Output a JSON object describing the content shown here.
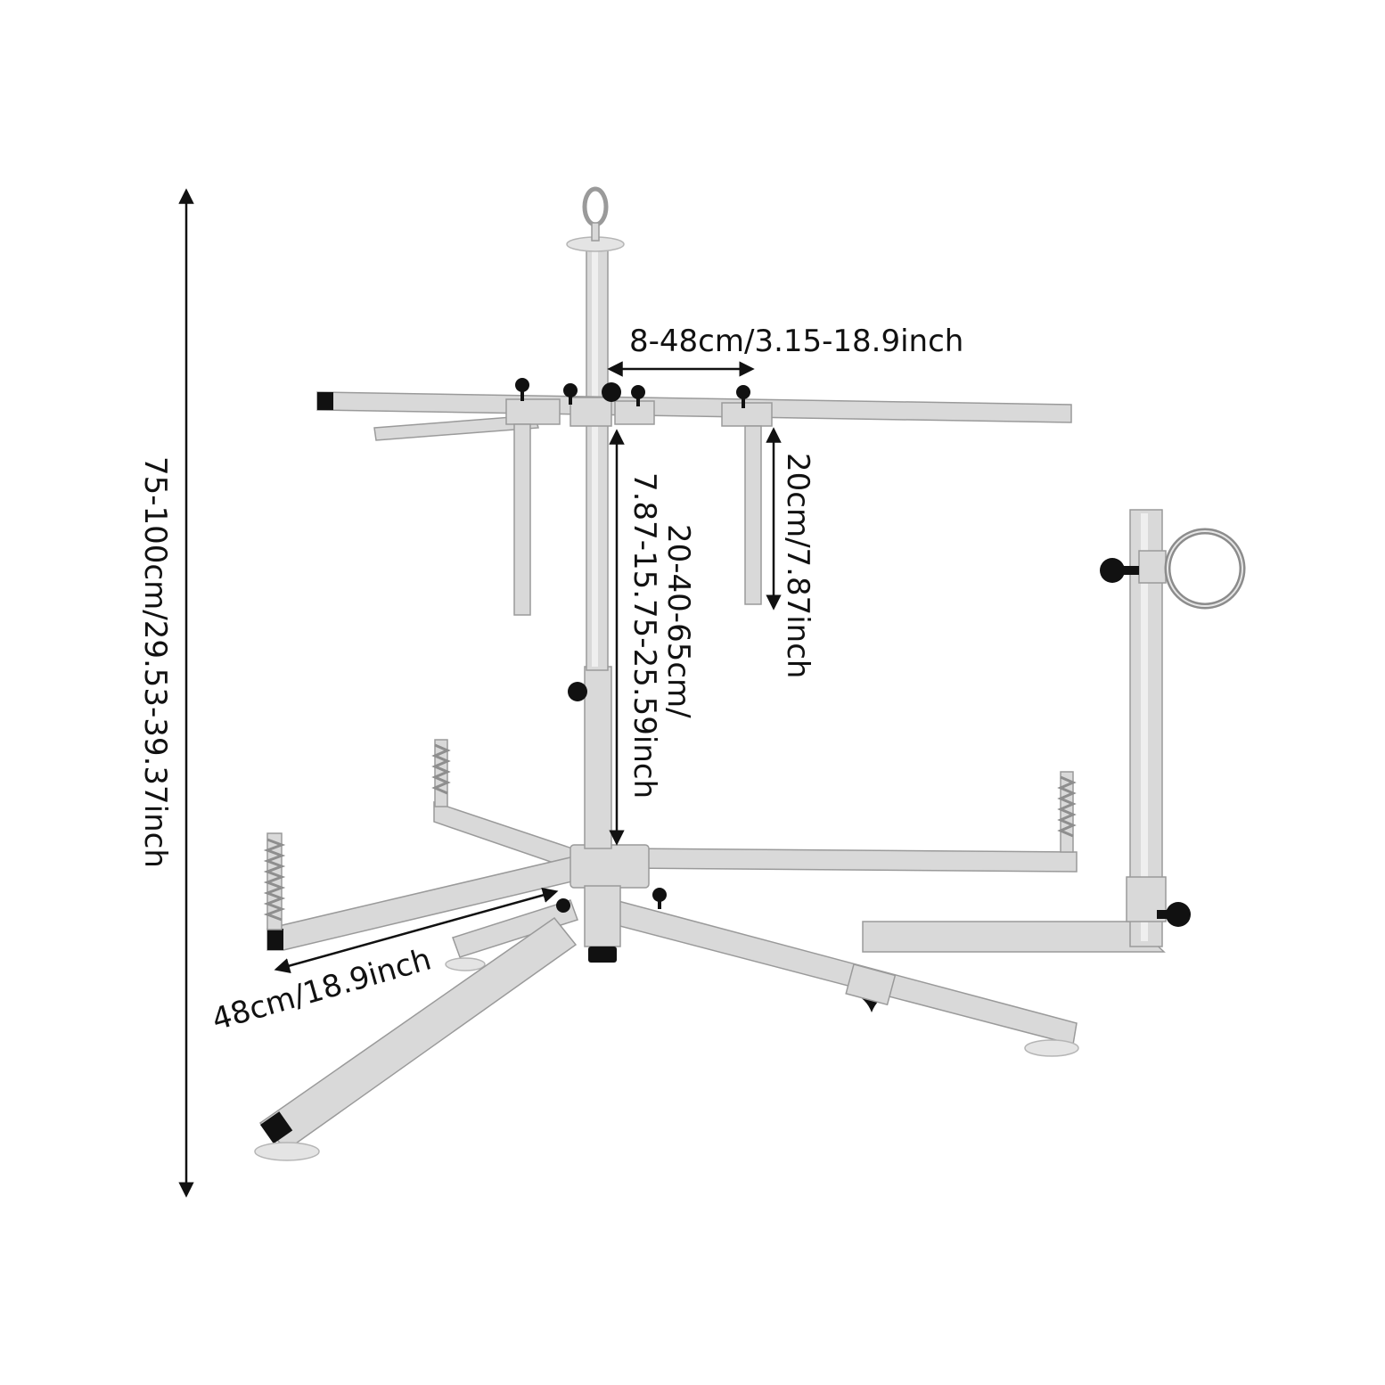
{
  "dimensions": {
    "total_height": "75-100cm/29.53-39.37inch",
    "arm_spacing": "8-48cm/3.15-18.9inch",
    "arm_drop": "20cm/7.87inch",
    "pole_adjust_line1": "20-40-65cm/",
    "pole_adjust_line2": "7.87-15.75-25.59inch",
    "leg_length": "48cm/18.9inch"
  },
  "colors": {
    "metal": "#d9d9d9",
    "metal_edge": "#9a9a9a",
    "knob": "#111111",
    "text": "#111111"
  },
  "icons": {
    "knob": "black-star-knob-icon",
    "ring": "steel-ring-icon",
    "pad": "suction-foot-icon"
  }
}
